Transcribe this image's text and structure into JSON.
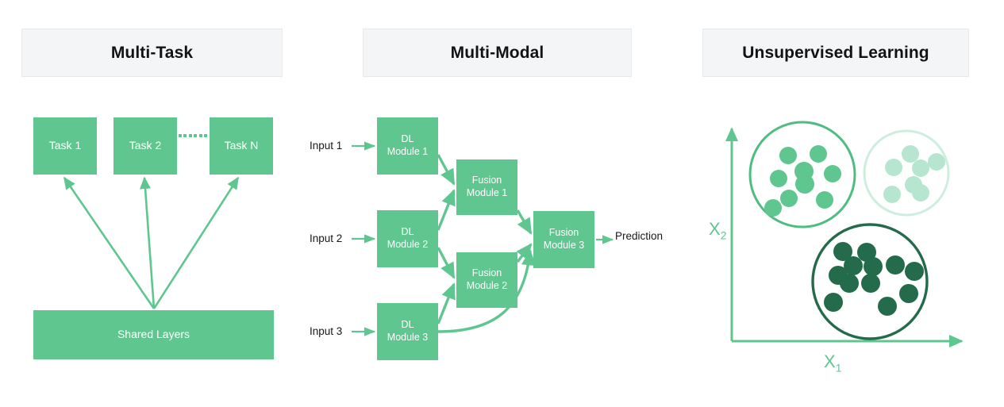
{
  "panels": [
    {
      "id": "multi-task",
      "title": "Multi-Task"
    },
    {
      "id": "multi-modal",
      "title": "Multi-Modal"
    },
    {
      "id": "unsupervised",
      "title": "Unsupervised Learning"
    }
  ],
  "multi_task": {
    "tasks": [
      {
        "label": "Task 1"
      },
      {
        "label": "Task 2"
      },
      {
        "label": "Task N"
      }
    ],
    "separator_dots": 6,
    "shared_layers_label": "Shared Layers",
    "arrow_count": 3
  },
  "multi_modal": {
    "inputs": [
      {
        "label": "Input 1"
      },
      {
        "label": "Input 2"
      },
      {
        "label": "Input 3"
      }
    ],
    "dl_modules": [
      {
        "label": "DL\nModule 1"
      },
      {
        "label": "DL\nModule 2"
      },
      {
        "label": "DL\nModule 3"
      }
    ],
    "fusion_modules": [
      {
        "label": "Fusion\nModule 1"
      },
      {
        "label": "Fusion\nModule 2"
      },
      {
        "label": "Fusion\nModule 3"
      }
    ],
    "output_label": "Prediction"
  },
  "unsupervised": {
    "x_axis_label": "X",
    "x_axis_sub": "1",
    "y_axis_label": "X",
    "y_axis_sub": "2",
    "clusters": [
      {
        "name": "cluster-medium",
        "color": "#5fc68f",
        "point_count": 9
      },
      {
        "name": "cluster-light",
        "color": "#b6e6cf",
        "point_count": 7
      },
      {
        "name": "cluster-dark",
        "color": "#236b4a",
        "point_count": 12
      }
    ]
  },
  "colors": {
    "green": "#5fc68f",
    "green_light": "#b6e6cf",
    "green_dark": "#236b4a",
    "panel_bg": "#f4f5f7",
    "panel_border": "#e6e8ea",
    "text": "#16181a",
    "node_text": "#ffffff",
    "page_bg": "#ffffff"
  }
}
